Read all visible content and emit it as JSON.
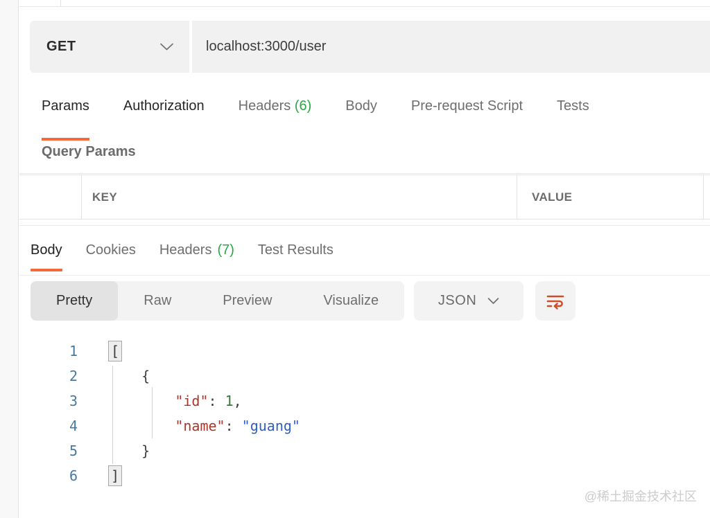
{
  "request": {
    "method": "GET",
    "url": "localhost:3000/user",
    "tabs": [
      {
        "label": "Params",
        "active": true
      },
      {
        "label": "Authorization"
      },
      {
        "label": "Headers",
        "count": "(6)"
      },
      {
        "label": "Body"
      },
      {
        "label": "Pre-request Script"
      },
      {
        "label": "Tests"
      }
    ],
    "section_label": "Query Params",
    "table": {
      "columns": [
        "KEY",
        "VALUE"
      ]
    }
  },
  "response": {
    "tabs": [
      {
        "label": "Body",
        "active": true
      },
      {
        "label": "Cookies"
      },
      {
        "label": "Headers",
        "count": "(7)"
      },
      {
        "label": "Test Results"
      }
    ],
    "view_modes": [
      "Pretty",
      "Raw",
      "Preview",
      "Visualize"
    ],
    "active_mode": "Pretty",
    "format": "JSON",
    "icons": {
      "method_chevron": "chevron-down-icon",
      "format_chevron": "chevron-down-icon",
      "wrap": "wrap-line-icon"
    }
  },
  "code": {
    "language": "json",
    "lines": [
      {
        "no": "1",
        "tokens": [
          {
            "t": "[",
            "cls": "punct",
            "box": true
          }
        ]
      },
      {
        "no": "2",
        "tokens": [
          {
            "t": "    ",
            "cls": "punct"
          },
          {
            "t": "{",
            "cls": "punct"
          }
        ]
      },
      {
        "no": "3",
        "tokens": [
          {
            "t": "        ",
            "cls": "punct"
          },
          {
            "t": "\"id\"",
            "cls": "key"
          },
          {
            "t": ": ",
            "cls": "punct"
          },
          {
            "t": "1",
            "cls": "num"
          },
          {
            "t": ",",
            "cls": "punct"
          }
        ]
      },
      {
        "no": "4",
        "tokens": [
          {
            "t": "        ",
            "cls": "punct"
          },
          {
            "t": "\"name\"",
            "cls": "key"
          },
          {
            "t": ": ",
            "cls": "punct"
          },
          {
            "t": "\"guang\"",
            "cls": "str"
          }
        ]
      },
      {
        "no": "5",
        "tokens": [
          {
            "t": "    ",
            "cls": "punct"
          },
          {
            "t": "}",
            "cls": "punct"
          }
        ]
      },
      {
        "no": "6",
        "tokens": [
          {
            "t": "]",
            "cls": "punct",
            "box": true
          }
        ]
      }
    ]
  },
  "watermark": "@稀土掘金技术社区",
  "colors": {
    "accent_orange": "#f2693a",
    "icon_orange": "#cc4e2b",
    "count_green": "#29a847",
    "line_number_blue": "#4579a0",
    "key_red": "#a4382a",
    "number_green": "#2f7d33",
    "string_blue": "#2f5fc4",
    "field_gray": "#f1f1f1"
  }
}
